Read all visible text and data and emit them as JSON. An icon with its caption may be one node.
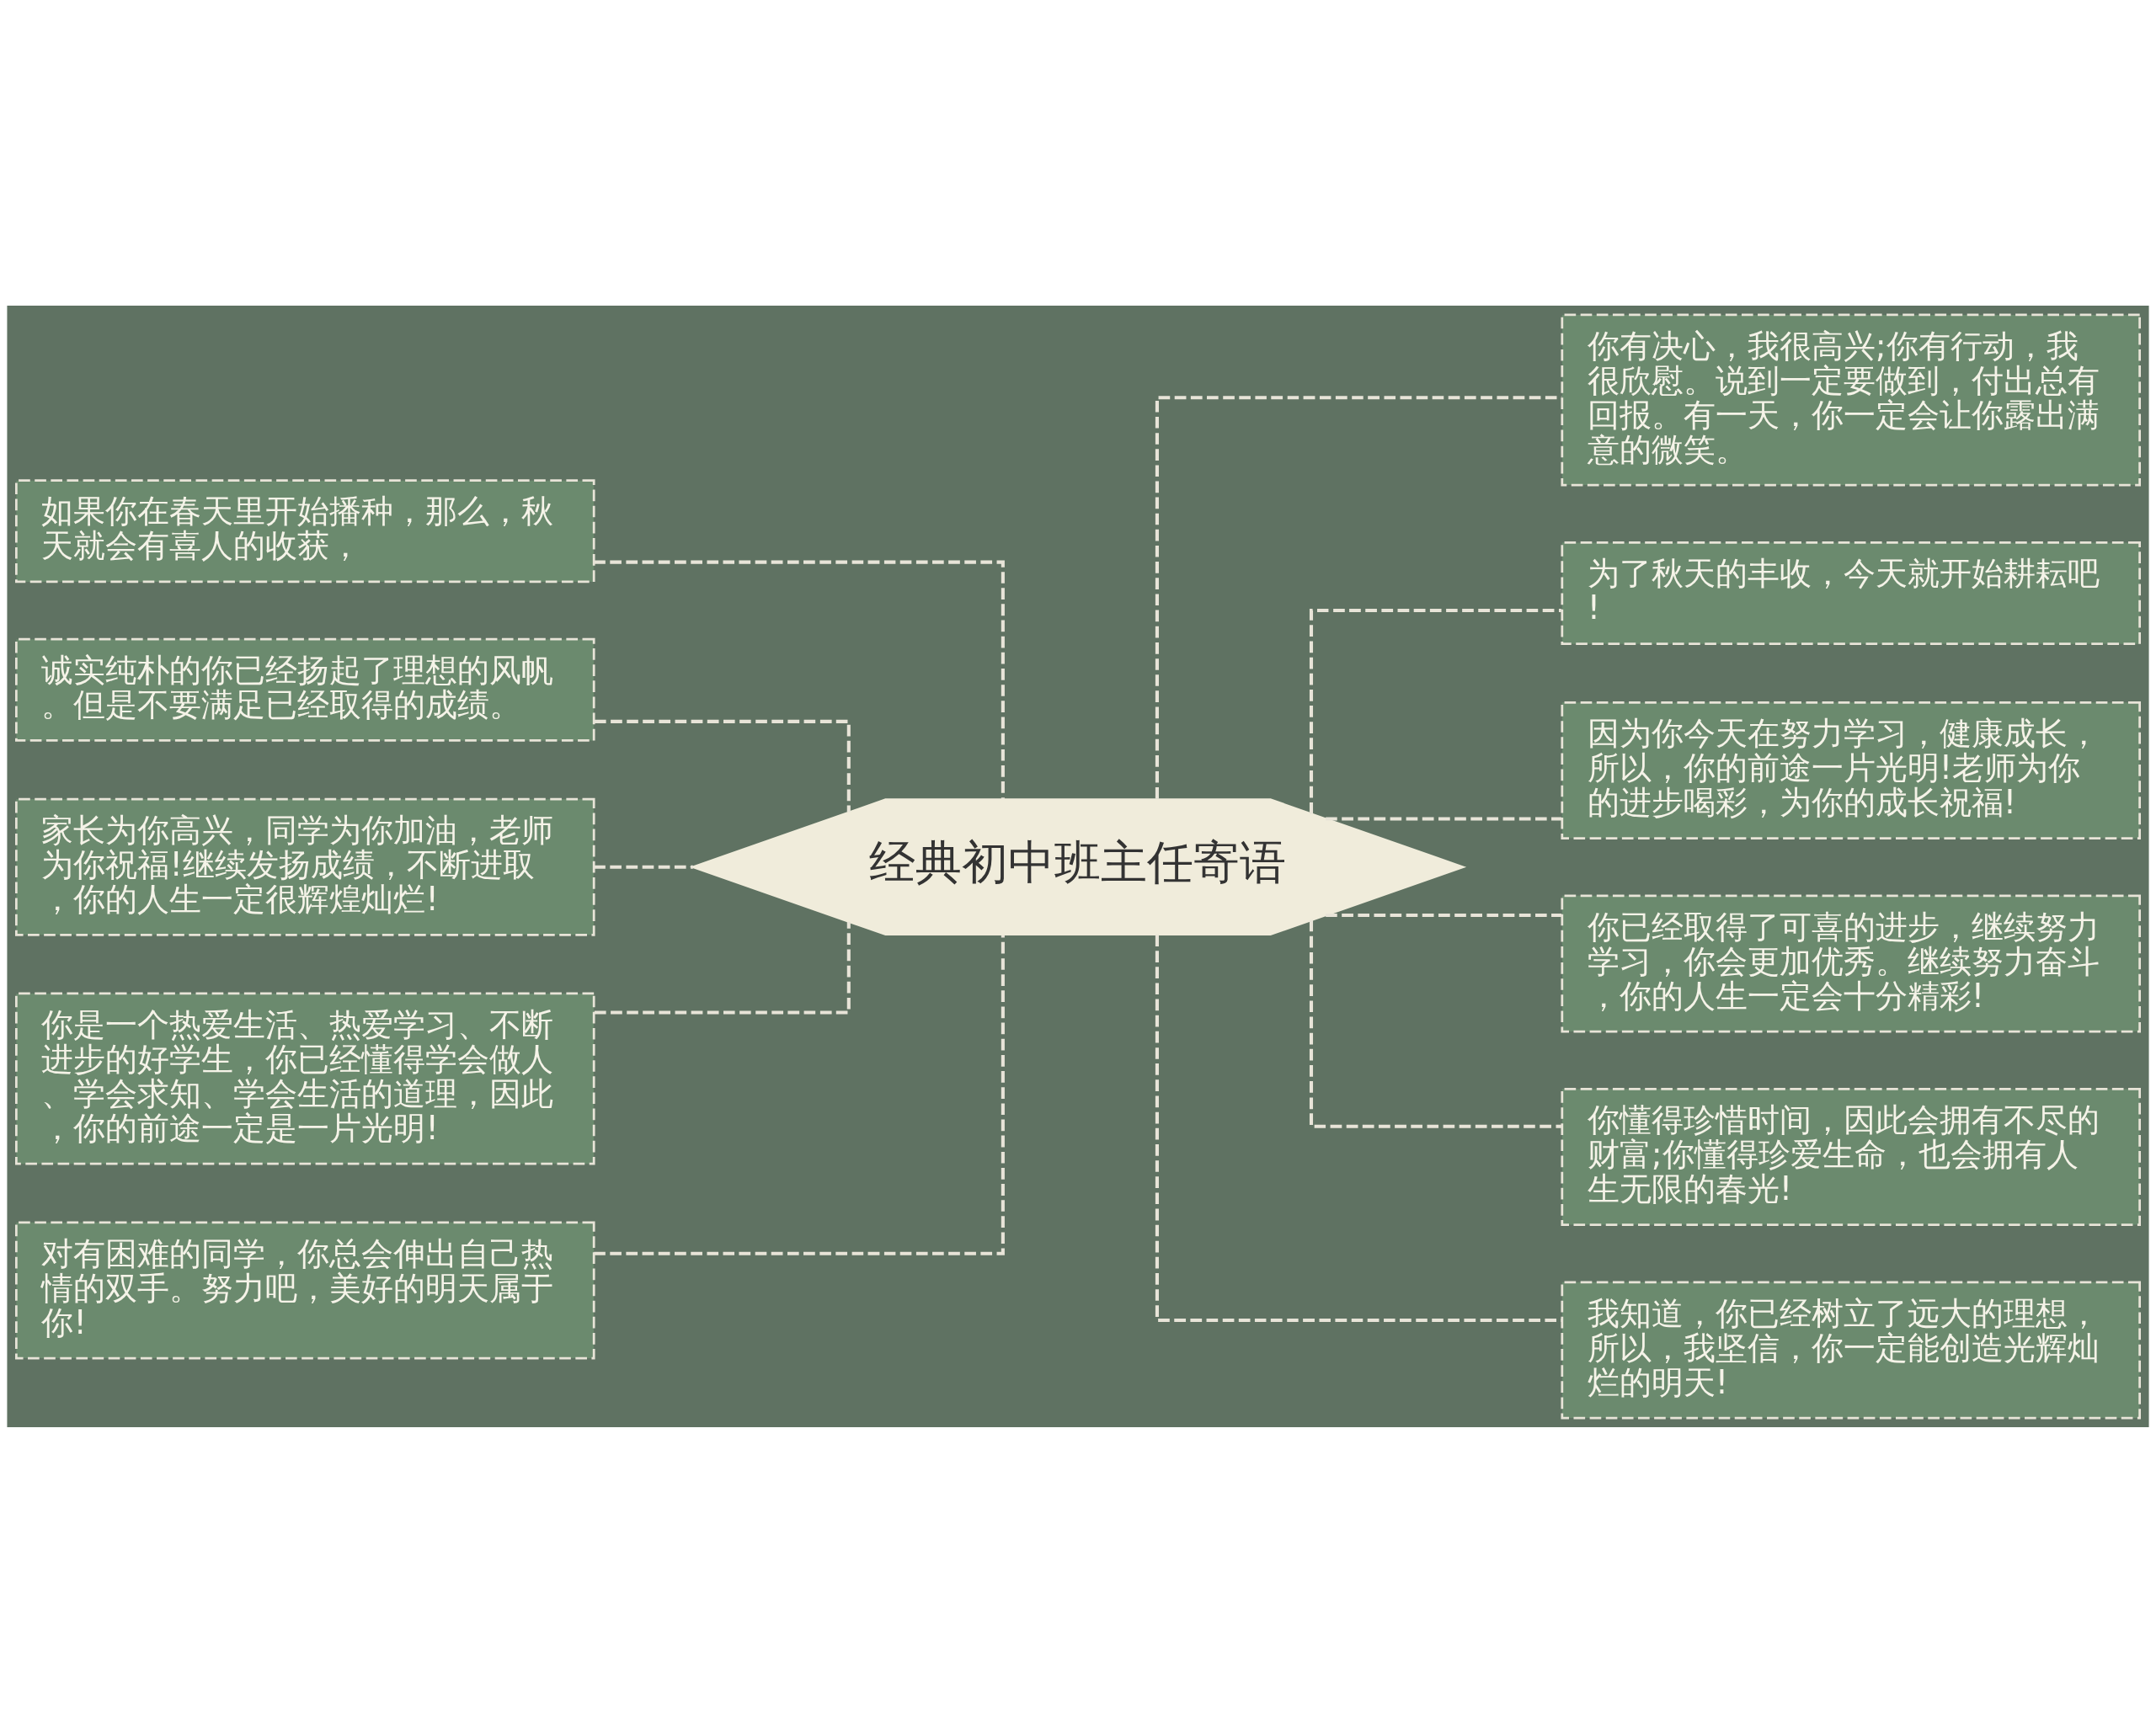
{
  "diagram": {
    "nodes": [
      {
        "text": [
          "经典初中班主任寄语"
        ]
      },
      {
        "text": [
          "如果你在春天里开始播种，那么，秋天就会有喜人的收获，"
        ]
      },
      {
        "text": [
          "诚实纯朴的你已经扬起了理想的风帆。但是不要满足已经取得的成绩。"
        ]
      },
      {
        "text": [
          "家长为你高兴，同学为你加油，老师为你祝福!继续发扬成绩，不断进取，你的人生一定很辉煌灿烂!"
        ]
      },
      {
        "text": [
          "你是一个热爱生活、热爱学习、不断进步的好学生，你已经懂得学会做人、学会求知、学会生活的道理，因此，你的前途一定是一片光明!"
        ]
      },
      {
        "text": [
          "对有困难的同学，你总会伸出自己热情的双手。努力吧，美好的明天属于你!"
        ]
      },
      {
        "text": [
          "你有决心，我很高兴;你有行动，我很欣慰。说到一定要做到，付出总有回报。有一天，你一定会让你露出满意的微笑。"
        ]
      },
      {
        "text": [
          "为了秋天的丰收，今天就开始耕耘吧!"
        ]
      },
      {
        "text": [
          "因为你今天在努力学习，健康成长，所以，你的前途一片光明!老师为你的进步喝彩，为你的成长祝福!"
        ]
      },
      {
        "text": [
          "你已经取得了可喜的进步，继续努力学习，你会更加优秀。继续努力奋斗，你的人生一定会十分精彩!"
        ]
      },
      {
        "text": [
          "你懂得珍惜时间，因此会拥有不尽的财富;你懂得珍爱生命，也会拥有人生无限的春光!"
        ]
      },
      {
        "text": [
          "我知道，你已经树立了远大的理想，所以，我坚信，你一定能创造光辉灿烂的明天!"
        ]
      }
    ],
    "edges": [
      {
        "from": 0,
        "to": 1,
        "arrow": "none",
        "style": "dashed"
      },
      {
        "from": 0,
        "to": 2,
        "arrow": "none",
        "style": "dashed"
      },
      {
        "from": 0,
        "to": 3,
        "arrow": "none",
        "style": "dashed"
      },
      {
        "from": 0,
        "to": 4,
        "arrow": "none",
        "style": "dashed"
      },
      {
        "from": 0,
        "to": 5,
        "arrow": "none",
        "style": "dashed"
      },
      {
        "from": 0,
        "to": 6,
        "arrow": "none",
        "style": "dashed"
      },
      {
        "from": 0,
        "to": 7,
        "arrow": "none",
        "style": "dashed"
      },
      {
        "from": 0,
        "to": 8,
        "arrow": "none",
        "style": "dashed"
      },
      {
        "from": 0,
        "to": 9,
        "arrow": "none",
        "style": "dashed"
      },
      {
        "from": 0,
        "to": 10,
        "arrow": "none",
        "style": "dashed"
      },
      {
        "from": 0,
        "to": 11,
        "arrow": "none",
        "style": "dashed"
      }
    ]
  }
}
